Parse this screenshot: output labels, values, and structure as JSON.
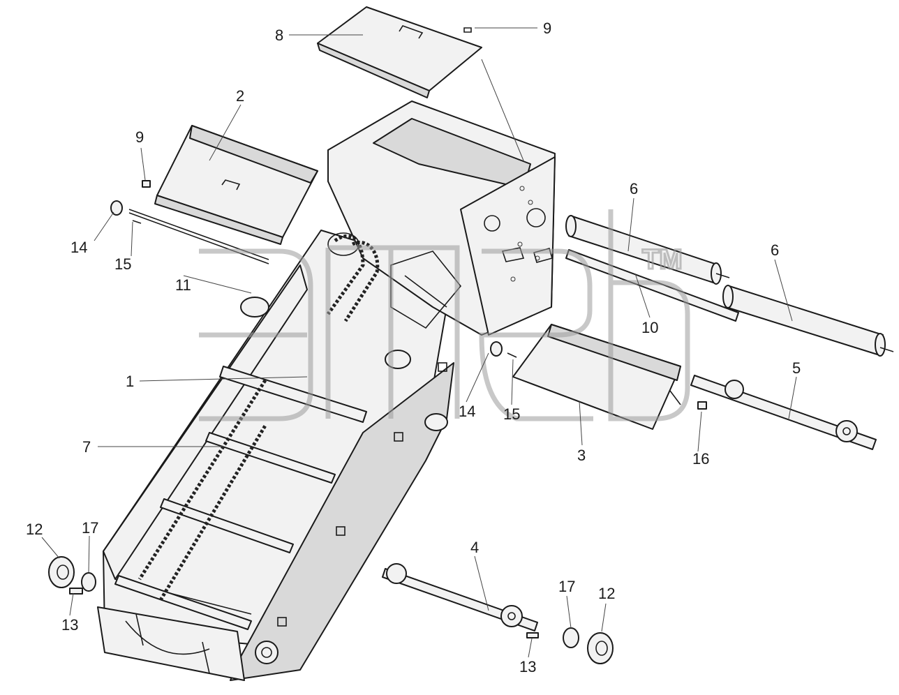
{
  "watermark": {
    "logo_text": "эпсб",
    "trademark": "TM"
  },
  "callouts": [
    {
      "id": "c1",
      "label": "1"
    },
    {
      "id": "c2",
      "label": "2"
    },
    {
      "id": "c3",
      "label": "3"
    },
    {
      "id": "c4",
      "label": "4"
    },
    {
      "id": "c5",
      "label": "5"
    },
    {
      "id": "c6a",
      "label": "6"
    },
    {
      "id": "c6b",
      "label": "6"
    },
    {
      "id": "c7",
      "label": "7"
    },
    {
      "id": "c8",
      "label": "8"
    },
    {
      "id": "c9a",
      "label": "9"
    },
    {
      "id": "c9b",
      "label": "9"
    },
    {
      "id": "c10",
      "label": "10"
    },
    {
      "id": "c11",
      "label": "11"
    },
    {
      "id": "c12a",
      "label": "12"
    },
    {
      "id": "c12b",
      "label": "12"
    },
    {
      "id": "c13a",
      "label": "13"
    },
    {
      "id": "c13b",
      "label": "13"
    },
    {
      "id": "c14a",
      "label": "14"
    },
    {
      "id": "c14b",
      "label": "14"
    },
    {
      "id": "c15a",
      "label": "15"
    },
    {
      "id": "c15b",
      "label": "15"
    },
    {
      "id": "c16",
      "label": "16"
    },
    {
      "id": "c17a",
      "label": "17"
    },
    {
      "id": "c17b",
      "label": "17"
    }
  ],
  "colors": {
    "line": "#1a1a1a",
    "part_fill": "#f2f2f2",
    "watermark": "#9a9a9a",
    "background": "#ffffff"
  }
}
